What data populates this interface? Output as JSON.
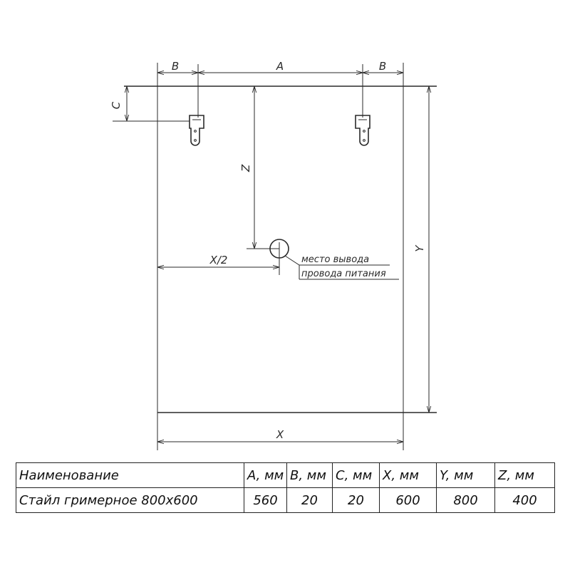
{
  "drawing": {
    "dimensions": {
      "a": "A",
      "b_left": "B",
      "b_right": "B",
      "c": "C",
      "x": "X",
      "x_half": "X/2",
      "y": "Y",
      "z": "Z"
    },
    "note": {
      "line1": "место вывода",
      "line2": "провода питания"
    },
    "icons": [
      "mounting-bracket-icon",
      "power-outlet-circle-icon"
    ]
  },
  "spec_table": {
    "headers": [
      "Наименование",
      "A, мм",
      "B, мм",
      "C, мм",
      "X, мм",
      "Y, мм",
      "Z, мм"
    ],
    "rows": [
      [
        "Стайл гримерное 800х600",
        "560",
        "20",
        "20",
        "600",
        "800",
        "400"
      ]
    ]
  }
}
